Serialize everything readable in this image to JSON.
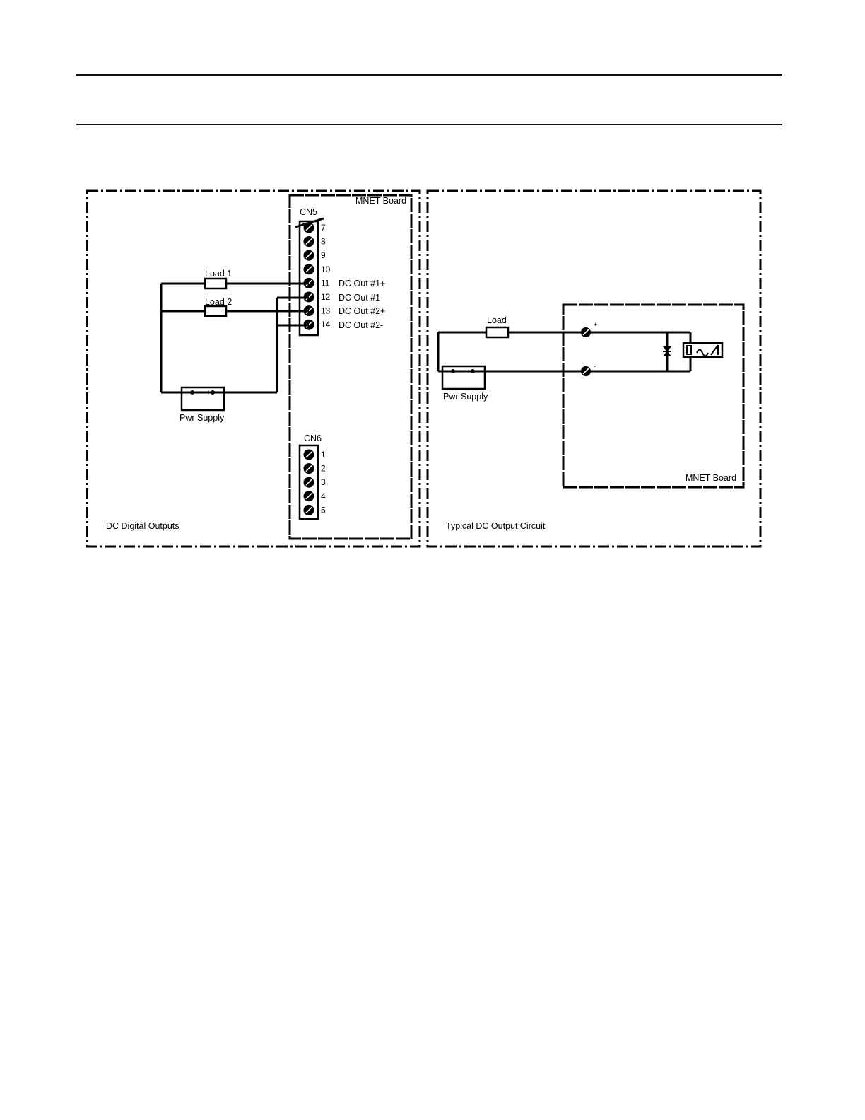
{
  "left_panel": {
    "caption": "DC Digital Outputs",
    "board_label": "MNET Board",
    "cn5": {
      "label": "CN5",
      "pins": [
        "7",
        "8",
        "9",
        "10",
        "11",
        "12",
        "13",
        "14"
      ],
      "signals": [
        {
          "pin": "11",
          "text": "DC Out #1+"
        },
        {
          "pin": "12",
          "text": "DC Out #1-"
        },
        {
          "pin": "13",
          "text": "DC Out #2+"
        },
        {
          "pin": "14",
          "text": "DC Out #2-"
        }
      ]
    },
    "cn6": {
      "label": "CN6",
      "pins": [
        "1",
        "2",
        "3",
        "4",
        "5"
      ]
    },
    "load1": "Load 1",
    "load2": "Load 2",
    "power_supply": "Pwr Supply",
    "ps_minus": "-",
    "ps_plus": "+"
  },
  "right_panel": {
    "caption": "Typical DC Output Circuit",
    "board_label": "MNET Board",
    "load": "Load",
    "power_supply": "Pwr Supply",
    "ps_minus": "-",
    "ps_plus": "+",
    "terminal_plus": "+",
    "terminal_minus": "-"
  },
  "colors": {
    "ink": "#000000",
    "background": "#ffffff"
  }
}
